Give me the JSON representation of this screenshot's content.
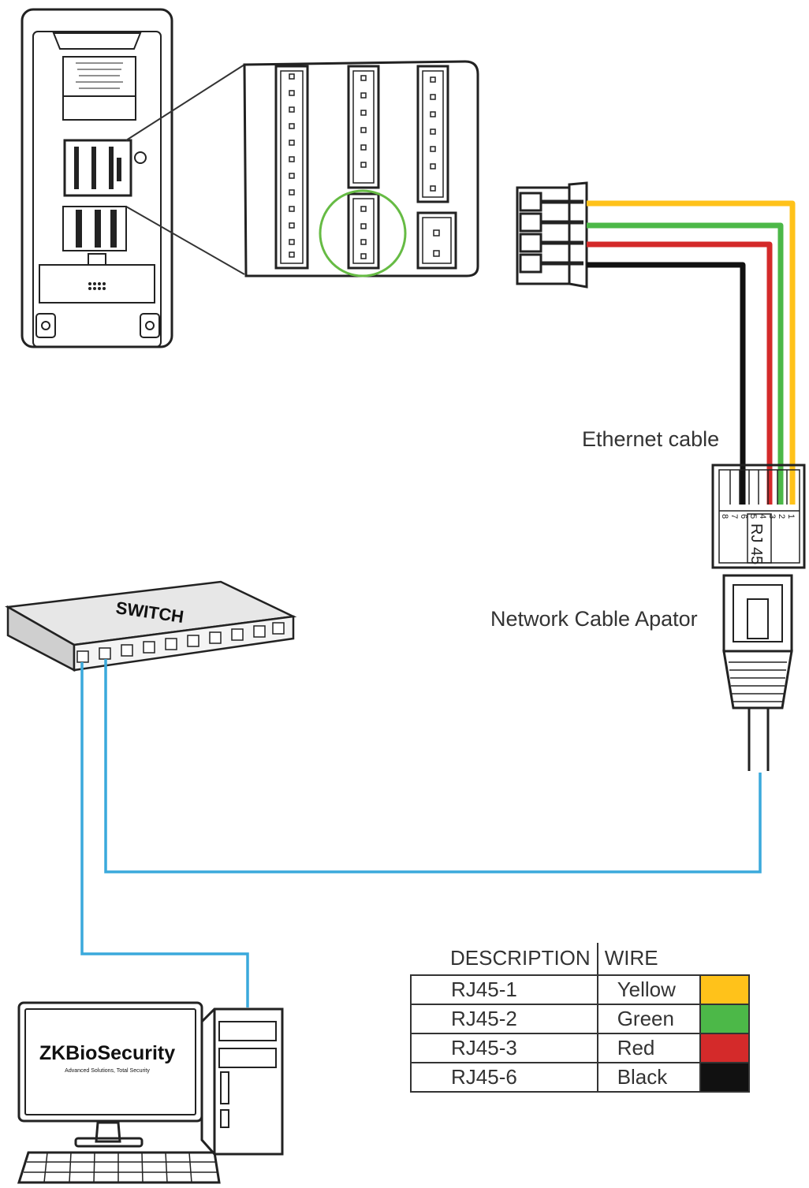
{
  "labels": {
    "ethernet_cable": "Ethernet cable",
    "adapter": "Network Cable Apator",
    "connector": "RJ 45",
    "switch": "SWITCH",
    "software_brand": "ZKBioSecurity",
    "software_tagline": "Advanced Solutions, Total Security"
  },
  "rj45_pins": [
    "8",
    "7",
    "6",
    "5",
    "4",
    "3",
    "2",
    "1"
  ],
  "table": {
    "headers": {
      "description": "DESCRIPTION",
      "wire": "WIRE"
    },
    "rows": [
      {
        "description": "RJ45-1",
        "wire": "Yellow",
        "color": "#ffc21a"
      },
      {
        "description": "RJ45-2",
        "wire": "Green",
        "color": "#4cb848"
      },
      {
        "description": "RJ45-3",
        "wire": "Red",
        "color": "#d42a2a"
      },
      {
        "description": "RJ45-6",
        "wire": "Black",
        "color": "#111111"
      }
    ]
  },
  "colors": {
    "network_cable": "#3aa9dc",
    "highlight_circle": "#66bb44"
  }
}
